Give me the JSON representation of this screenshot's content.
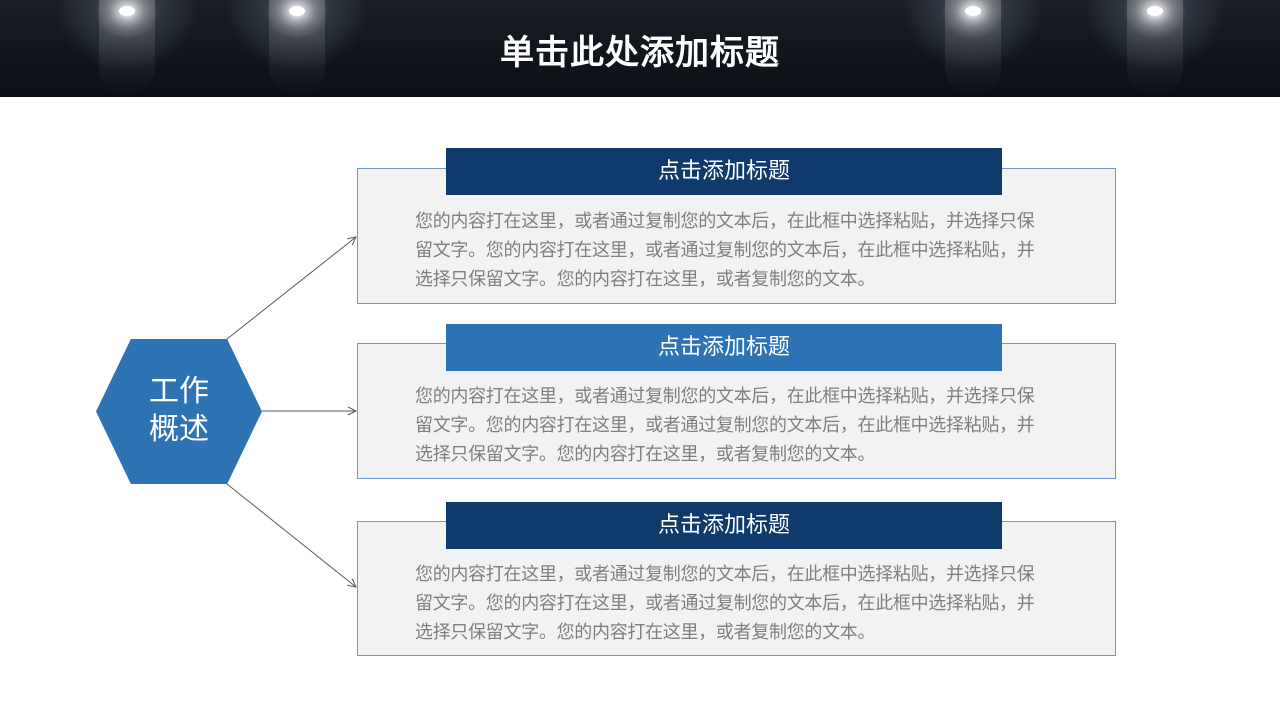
{
  "header": {
    "title": "单击此处添加标题"
  },
  "colors": {
    "header_bg": "#10151c",
    "hexagon": "#2e74b5",
    "bar_dark": "#0f3a6c",
    "bar_mid": "#2e74b5",
    "card_bg": "#f2f2f2",
    "card_border": "#6f98c8",
    "body_text": "#7f7f7f"
  },
  "hexagon": {
    "line1": "工作",
    "line2": "概述"
  },
  "cards": [
    {
      "title": "点击添加标题",
      "line1": "您的内容打在这里，或者通过复制您的文本后，在此框中选择粘贴，并选择只保",
      "line2": "留文字。您的内容打在这里，或者通过复制您的文本后，在此框中选择粘贴，并",
      "line3": "选择只保留文字。您的内容打在这里，或者复制您的文本。"
    },
    {
      "title": "点击添加标题",
      "line1": "您的内容打在这里，或者通过复制您的文本后，在此框中选择粘贴，并选择只保",
      "line2": "留文字。您的内容打在这里，或者通过复制您的文本后，在此框中选择粘贴，并",
      "line3": "选择只保留文字。您的内容打在这里，或者复制您的文本。"
    },
    {
      "title": "点击添加标题",
      "line1": "您的内容打在这里，或者通过复制您的文本后，在此框中选择粘贴，并选择只保",
      "line2": "留文字。您的内容打在这里，或者通过复制您的文本后，在此框中选择粘贴，并",
      "line3": "选择只保留文字。您的内容打在这里，或者复制您的文本。"
    }
  ]
}
